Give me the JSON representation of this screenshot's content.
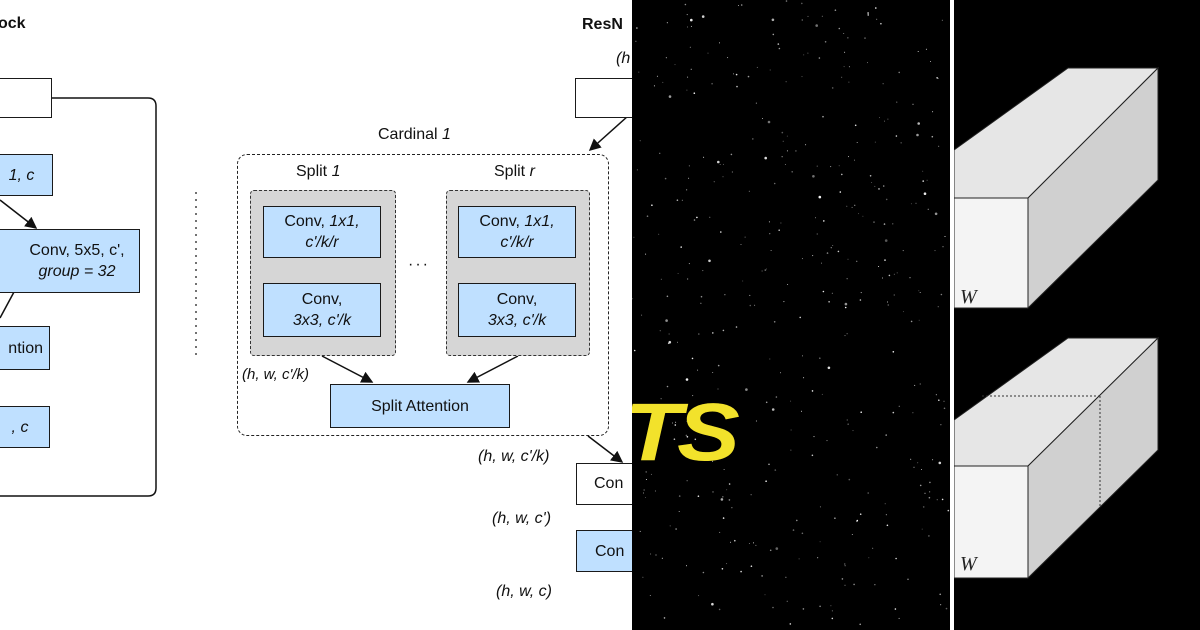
{
  "left_diagram": {
    "title_partial": "ock",
    "box_c": "1, c",
    "box_conv5_line1": "Conv, 5x5, c',",
    "box_conv5_line2": "group = 32",
    "box_attention": "ntion",
    "box_c2": ", c"
  },
  "mid_diagram": {
    "cardinal_label": "Cardinal",
    "cardinal_num": "1",
    "split1_label": "Split",
    "split1_num": "1",
    "splitr_label": "Split",
    "splitr_num": "r",
    "conv1_a": "Conv,",
    "conv1_b": "1x1,",
    "conv1_c": "c'/k/r",
    "conv3_a": "Conv,",
    "conv3_b": "3x3, c'/k",
    "conv1r_a": "Conv,",
    "conv1r_b": "1x1,",
    "conv1r_c": "c'/k/r",
    "conv3r_a": "Conv,",
    "conv3r_b": "3x3, c'/k",
    "ellipsis": "···",
    "shape_split": "(h, w, c'/k)",
    "split_attention": "Split Attention"
  },
  "right_diagram": {
    "title_partial": "ResN",
    "input_partial": "(h",
    "shape1": "(h, w, c'/k)",
    "box_con1": "Con",
    "shape2": "(h, w, c')",
    "box_con2": "Con",
    "shape3": "(h, w, c)"
  },
  "stars_panel": {
    "logo_partial": "TS",
    "logo_color": "#f2e22b"
  },
  "boxes_panel": {
    "label_top": "W",
    "label_bottom": "W"
  }
}
